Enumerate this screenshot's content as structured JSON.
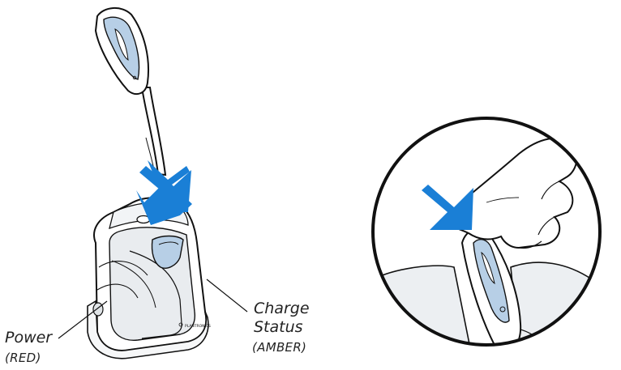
{
  "labels": {
    "power": "Power",
    "power_color": "(RED)",
    "charge": "Charge",
    "status": "Status",
    "status_color": "(AMBER)"
  },
  "base": {
    "logo_text": "PLANTRONICS"
  },
  "colors": {
    "arrow": "#1a7fd6",
    "light_blue": "#b7cfe6",
    "outline": "#111111"
  },
  "icons": [
    "headset-icon",
    "charging-base-icon",
    "down-arrow-icon",
    "finger-icon"
  ]
}
